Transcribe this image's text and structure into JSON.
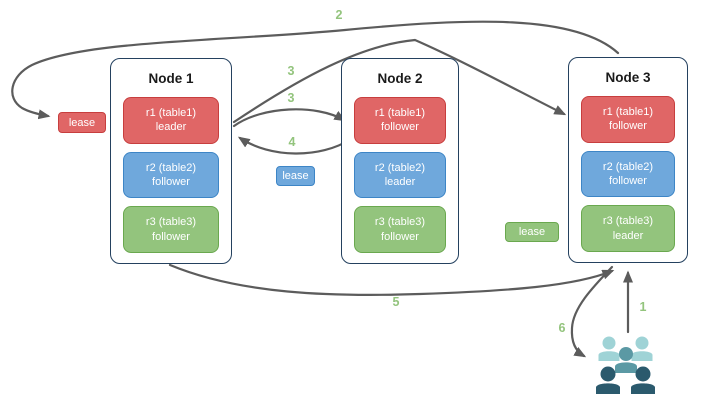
{
  "diagram": {
    "nodes": [
      {
        "title": "Node 1",
        "replicas": [
          {
            "name": "r1 (table1)",
            "role": "leader",
            "color": "red"
          },
          {
            "name": "r2 (table2)",
            "role": "follower",
            "color": "blue"
          },
          {
            "name": "r3 (table3)",
            "role": "follower",
            "color": "green"
          }
        ]
      },
      {
        "title": "Node 2",
        "replicas": [
          {
            "name": "r1 (table1)",
            "role": "follower",
            "color": "red"
          },
          {
            "name": "r2 (table2)",
            "role": "leader",
            "color": "blue"
          },
          {
            "name": "r3 (table3)",
            "role": "follower",
            "color": "green"
          }
        ]
      },
      {
        "title": "Node 3",
        "replicas": [
          {
            "name": "r1 (table1)",
            "role": "follower",
            "color": "red"
          },
          {
            "name": "r2 (table2)",
            "role": "follower",
            "color": "blue"
          },
          {
            "name": "r3 (table3)",
            "role": "leader",
            "color": "green"
          }
        ]
      }
    ],
    "leases": [
      {
        "label": "lease",
        "color": "red"
      },
      {
        "label": "lease",
        "color": "blue"
      },
      {
        "label": "lease",
        "color": "green"
      }
    ],
    "flow_labels": [
      {
        "text": "2"
      },
      {
        "text": "3"
      },
      {
        "text": "3"
      },
      {
        "text": "4"
      },
      {
        "text": "5"
      },
      {
        "text": "6"
      },
      {
        "text": "1"
      }
    ],
    "icons": {
      "users": "user-group-icon"
    }
  },
  "colors": {
    "arrow": "#5c5c5c",
    "flow_label_green": "#93c47d",
    "node_border": "#24415f",
    "red_fill": "#e06666",
    "red_border": "#c73e3e",
    "blue_fill": "#6fa8dc",
    "blue_border": "#3d85c6",
    "green_fill": "#93c47d",
    "green_border": "#6aa84f",
    "people_light": "#9fd3d6",
    "people_medium": "#5b99a4",
    "people_dark": "#2b5a6d"
  }
}
